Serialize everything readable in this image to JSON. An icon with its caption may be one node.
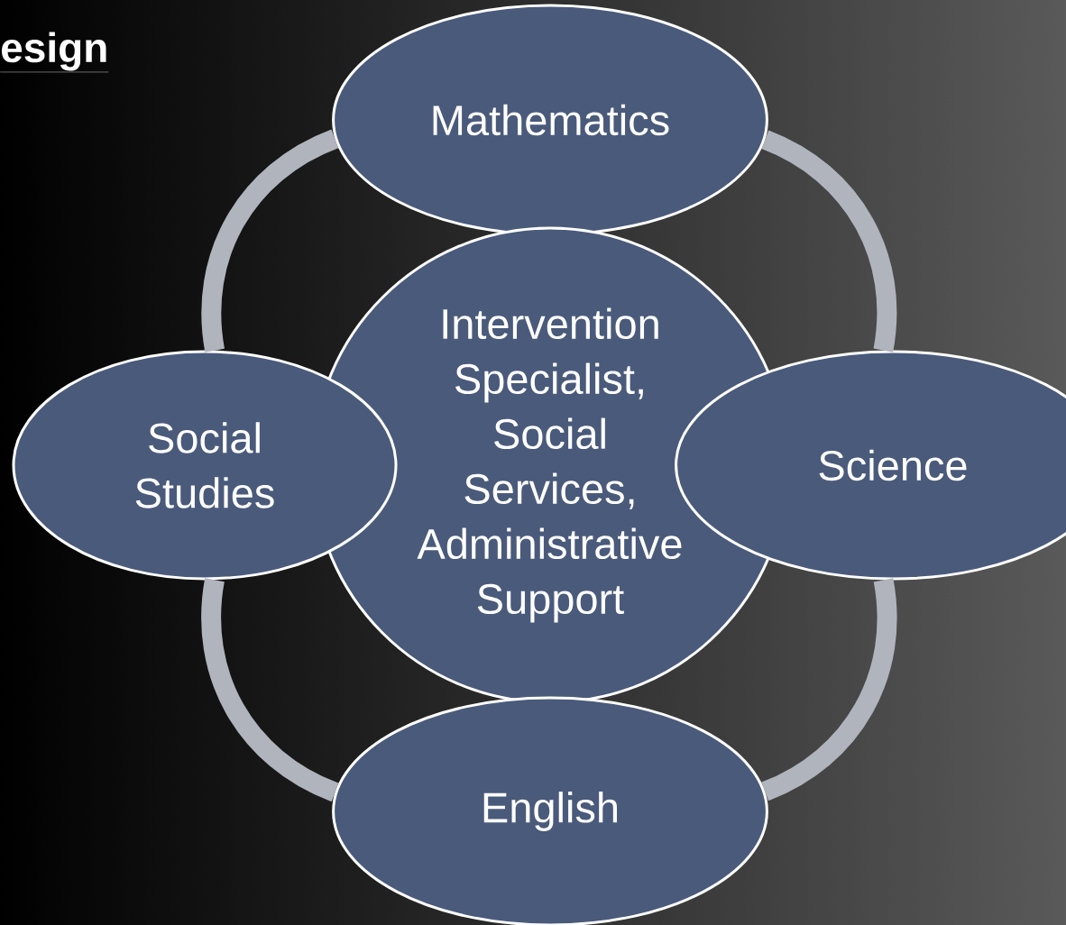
{
  "diagram": {
    "title": "esign",
    "nodes": [
      {
        "text": [
          "Mathematics"
        ]
      },
      {
        "text": [
          "Intervention Specialist, Social Services, Administrative Support"
        ]
      },
      {
        "text": [
          "Social Studies"
        ]
      },
      {
        "text": [
          "Science"
        ]
      },
      {
        "text": [
          "English"
        ]
      }
    ],
    "edges": [
      {
        "from": 0,
        "to": 3,
        "arrow": "none"
      },
      {
        "from": 3,
        "to": 4,
        "arrow": "none"
      },
      {
        "from": 4,
        "to": 2,
        "arrow": "none"
      },
      {
        "from": 2,
        "to": 0,
        "arrow": "none"
      }
    ]
  }
}
